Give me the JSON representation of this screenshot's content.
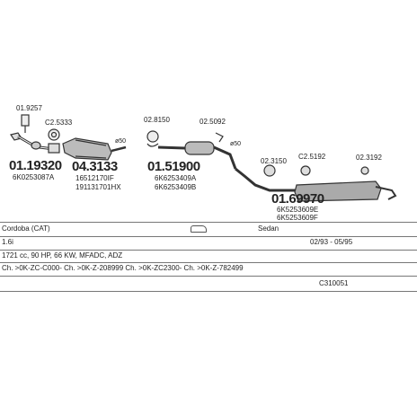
{
  "parts": {
    "p1_sub": "01.9257",
    "p2_sub": "C2.5333",
    "p1_main": "01.19320",
    "p1_ref": "6K0253087A",
    "p2_main": "04.3133",
    "p2_ref1": "16512170IF",
    "p2_ref2": "191131701HX",
    "p2_size": "ø50",
    "p3_sub": "02.8150",
    "p3_main": "01.51900",
    "p3_ref1": "6K6253409A",
    "p3_ref2": "6K6253409B",
    "p4_sub": "02.5092",
    "p4_size": "ø50",
    "p5_sub1": "02.3150",
    "p5_sub2": "C2.5192",
    "p5_sub3": "02.3192",
    "p5_main": "01.69970",
    "p5_ref1": "6K5253609E",
    "p5_ref2": "6K5253609F"
  },
  "table": {
    "model": "Cordoba (CAT)",
    "body": "Sedan",
    "engine": "1.6i",
    "years": "02/93 - 05/95",
    "specs": "1721 cc, 90 HP, 66 KW, MFADC, ADZ",
    "notes": "Ch. >0K-ZC-C000- Ch. >0K-Z-208999 Ch. >0K-ZC2300- Ch. >0K-Z-782499",
    "code": "C310051"
  }
}
